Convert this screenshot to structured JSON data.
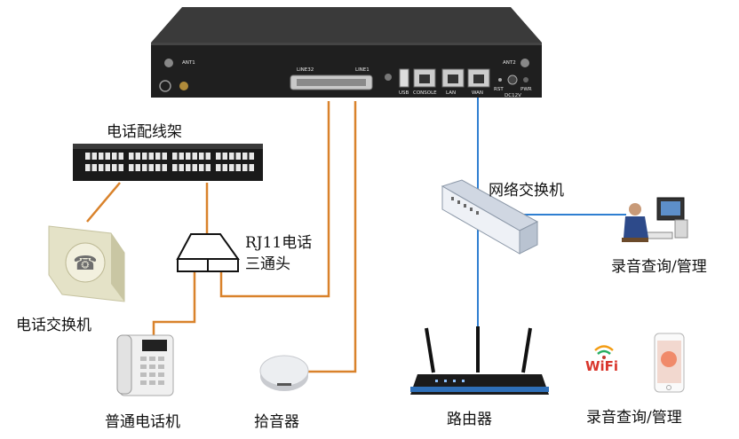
{
  "device": {
    "ports": {
      "ant1": "ANT1",
      "ant2": "ANT2",
      "line32": "LINE32",
      "line1": "LINE1",
      "usb": "USB",
      "console": "CONSOLE",
      "lan": "LAN",
      "wan": "WAN",
      "rst": "RST",
      "pwr": "PWR",
      "dc12v": "DC12V"
    }
  },
  "labels": {
    "patch_panel": "电话配线架",
    "pbx": "电话交换机",
    "rj11_splitter_line1": "RJ11电话",
    "rj11_splitter_line2": "三通头",
    "network_switch": "网络交换机",
    "recording_pc": "录音查询/管理",
    "phone": "普通电话机",
    "pickup": "拾音器",
    "router": "路由器",
    "recording_mobile": "录音查询/管理",
    "wifi": "WiFi"
  },
  "colors": {
    "phone_line": "#d9822b",
    "network_line": "#2f7fd1",
    "device_body": "#2b2b2b"
  }
}
